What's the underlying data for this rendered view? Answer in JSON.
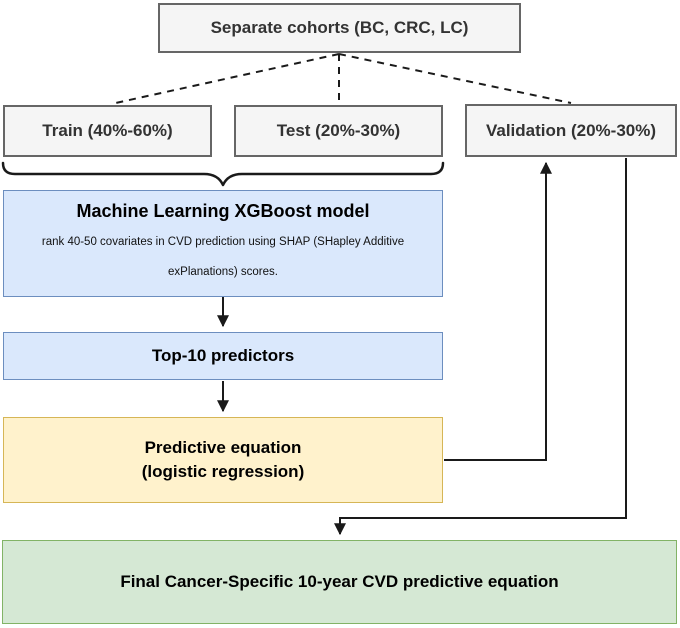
{
  "diagram": {
    "cohorts": {
      "label": "Separate cohorts (BC, CRC, LC)"
    },
    "splits": {
      "train": {
        "label": "Train (40%-60%)"
      },
      "test": {
        "label": "Test (20%-30%)"
      },
      "validation": {
        "label": "Validation (20%-30%)"
      }
    },
    "xgboost": {
      "title": "Machine Learning XGBoost model",
      "body_line1": "rank 40-50 covariates in CVD prediction using SHAP (SHapley Additive",
      "body_line2": "exPlanations) scores."
    },
    "top10": {
      "label": "Top-10 predictors"
    },
    "predictive": {
      "line1": "Predictive equation",
      "line2": "(logistic regression)"
    },
    "final": {
      "label": "Final Cancer-Specific 10-year CVD predictive equation"
    }
  },
  "colors": {
    "gray_fill": "#f5f5f5",
    "gray_border": "#666666",
    "blue_fill": "#dae8fc",
    "blue_border": "#6c8ebf",
    "yellow_fill": "#fff2cc",
    "yellow_border": "#d6b656",
    "green_fill": "#d5e8d4",
    "green_border": "#82b366",
    "connector": "#1a1a1a",
    "text": "#333333"
  }
}
